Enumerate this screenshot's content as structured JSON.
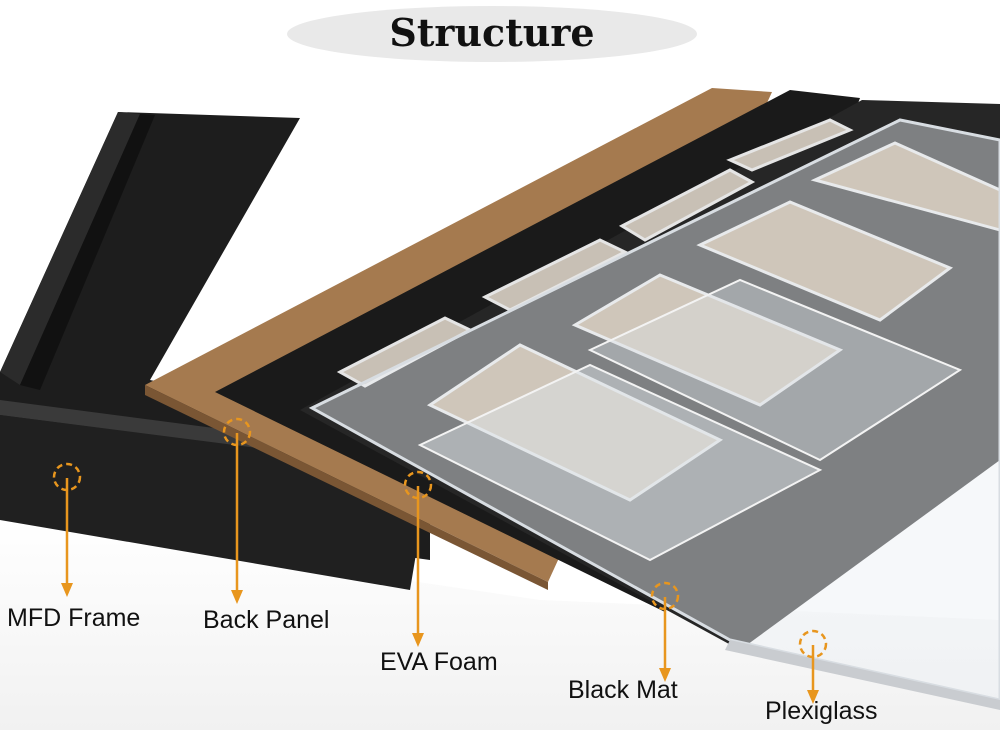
{
  "title": "Structure",
  "accent_color": "#e8961e",
  "labels": [
    {
      "id": "mfd-frame",
      "text": "MFD Frame"
    },
    {
      "id": "back-panel",
      "text": "Back Panel"
    },
    {
      "id": "eva-foam",
      "text": "EVA Foam"
    },
    {
      "id": "black-mat",
      "text": "Black Mat"
    },
    {
      "id": "plexiglass",
      "text": "Plexiglass"
    }
  ]
}
